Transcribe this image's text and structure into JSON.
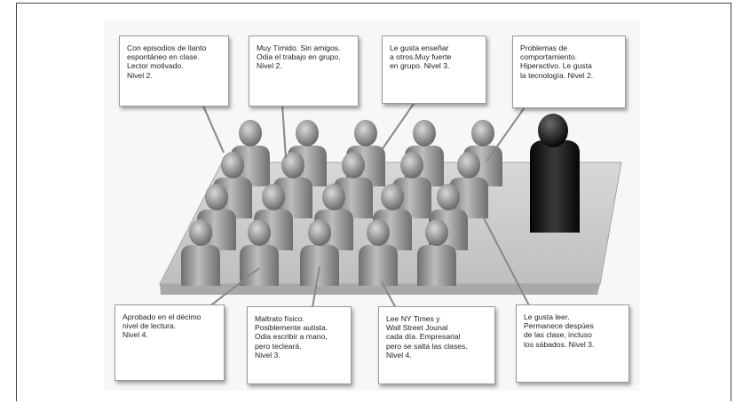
{
  "callouts_top": [
    {
      "id": "t1",
      "text": "Con episodios de llanto\nespontáneo en clase.\nLector motivado.\nNivel 2."
    },
    {
      "id": "t2",
      "text": "Muy Tímido. Sin amigos.\nOdia el trabajo en grupo.\nNivel 2."
    },
    {
      "id": "t3",
      "text": "Le gusta enseñar\na otros.Muy fuerte\nen grupo. Nivel 3."
    },
    {
      "id": "t4",
      "text": "Problemas de\ncomportamiento.\nHiperactivo. Le gusta\nla tecnología. Nivel 2."
    }
  ],
  "callouts_bottom": [
    {
      "id": "b1",
      "text": "Aprobado en el décimo\nnivel de lectura.\nNivel 4."
    },
    {
      "id": "b2",
      "text": "Maltrato físico.\nPosiblemente autista.\nOdia escribir a mano,\npero tecleará.\nNivel 3."
    },
    {
      "id": "b3",
      "text": "Lee NY Times y\nWall Street Jounal\ncada día. Empresarial\npero se salta las clases.\nNivel 4."
    },
    {
      "id": "b4",
      "text": "Le gusta leer.\nPermanece despúes\nde las clase, incluso\nlos sábados. Nivel 3."
    }
  ],
  "colors": {
    "figure": "#8a8a8a",
    "teacher": "#111111",
    "floor": "#c9c9c9",
    "floor_edge": "#a5a5a5"
  }
}
